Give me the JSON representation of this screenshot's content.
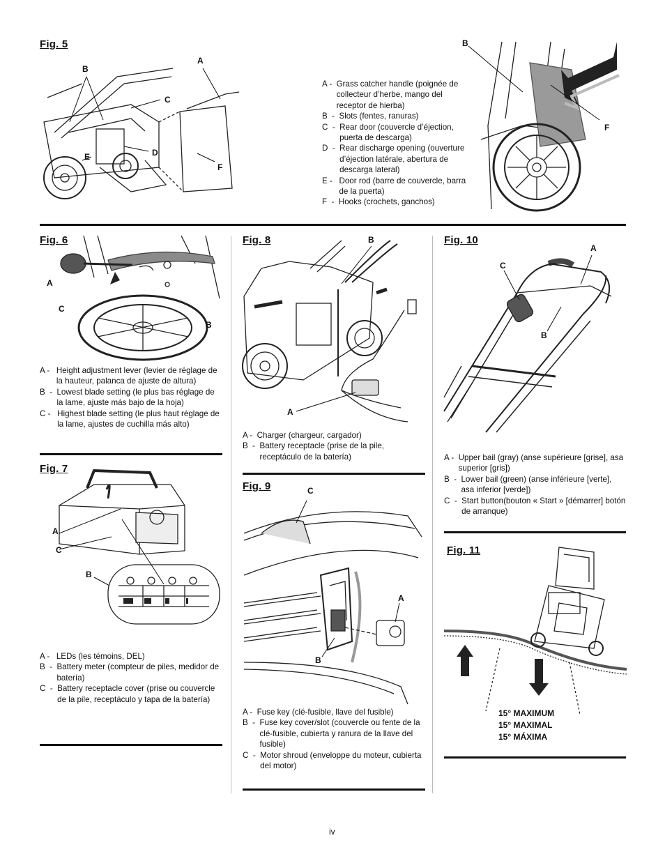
{
  "fig5": {
    "title": "Fig. 5",
    "callouts": [
      "A",
      "B",
      "C",
      "D",
      "E",
      "F"
    ],
    "legend": [
      {
        "k": "A -  ",
        "v": "Grass catcher handle (poignée de collecteur d’herbe, mango del receptor de hierba)"
      },
      {
        "k": "B  -  ",
        "v": "Slots (fentes, ranuras)"
      },
      {
        "k": "C  -  ",
        "v": "Rear door (couvercle d’éjection, puerta de descarga)"
      },
      {
        "k": "D  -  ",
        "v": "Rear discharge opening (ouverture d’éjection latérale, abertura de descarga lateral)"
      },
      {
        "k": "E -   ",
        "v": "Door rod (barre de couvercle, barra de la puerta)"
      },
      {
        "k": "F  -  ",
        "v": "Hooks (crochets, ganchos)"
      }
    ]
  },
  "fig6": {
    "title": "Fig. 6",
    "callouts": [
      "A",
      "B",
      "C"
    ],
    "legend": [
      {
        "k": "A -   ",
        "v": "Height adjustment lever (levier de réglage de la hauteur, palanca de ajuste de altura)"
      },
      {
        "k": "B  -  ",
        "v": "Lowest blade setting (le plus bas réglage de la lame, ajuste más bajo de la hoja)"
      },
      {
        "k": "C -   ",
        "v": "Highest blade setting (le plus haut réglage de la lame, ajustes de cuchilla más alto)"
      }
    ]
  },
  "fig7": {
    "title": "Fig. 7",
    "callouts": [
      "A",
      "B",
      "C"
    ],
    "legend": [
      {
        "k": "A -   ",
        "v": "LEDs (les témoins, DEL)"
      },
      {
        "k": "B  -  ",
        "v": "Battery meter (compteur de piles, medidor de batería)"
      },
      {
        "k": "C  -  ",
        "v": "Battery receptacle cover (prise ou couvercle de la pile, receptáculo y tapa de la batería)"
      }
    ]
  },
  "fig8": {
    "title": "Fig. 8",
    "callouts": [
      "A",
      "B"
    ],
    "legend": [
      {
        "k": "A -  ",
        "v": "Charger (chargeur, cargador)"
      },
      {
        "k": "B  -  ",
        "v": "Battery receptacle (prise de la pile, receptáculo de la batería)"
      }
    ]
  },
  "fig9": {
    "title": "Fig. 9",
    "callouts": [
      "A",
      "B",
      "C"
    ],
    "legend": [
      {
        "k": "A -  ",
        "v": "Fuse key (clé-fusible, llave del fusible)"
      },
      {
        "k": "B  -  ",
        "v": "Fuse key cover/slot (couvercle ou fente de la clé-fusible, cubierta y ranura de la llave del fusible)"
      },
      {
        "k": "C  -  ",
        "v": "Motor shroud (enveloppe du moteur, cubierta del motor)"
      }
    ]
  },
  "fig10": {
    "title": "Fig. 10",
    "callouts": [
      "A",
      "B",
      "C"
    ],
    "legend": [
      {
        "k": "A -  ",
        "v": "Upper bail (gray) (anse supérieure [grise], asa superior [gris])"
      },
      {
        "k": "B  -  ",
        "v": "Lower bail (green) (anse inférieure [verte], asa inferior [verde])"
      },
      {
        "k": "C  -  ",
        "v": "Start button(bouton « Start » [démarrer] botón de arranque)"
      }
    ]
  },
  "fig11": {
    "title": "Fig. 11",
    "slope_lines": [
      "15° MAXIMUM",
      "15° MAXIMAL",
      "15° MÁXIMA"
    ]
  },
  "page_number": "iv"
}
